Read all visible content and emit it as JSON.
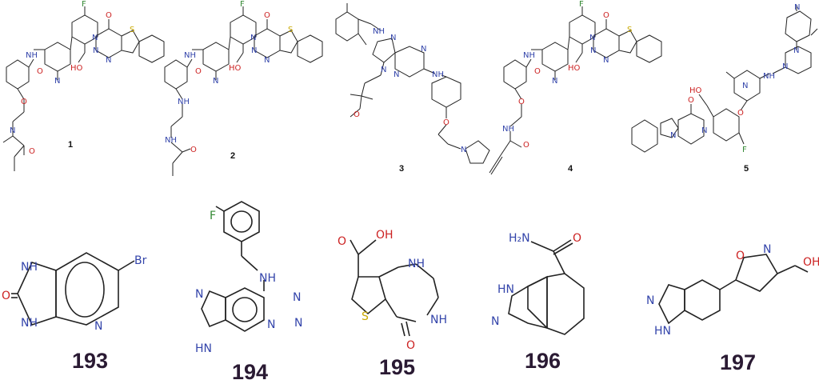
{
  "top_row": [
    {
      "id": "1",
      "atoms": [
        "F",
        "O",
        "N",
        "S",
        "N",
        "N",
        "NH",
        "N",
        "O",
        "HO",
        "O",
        "N",
        "O"
      ]
    },
    {
      "id": "2",
      "atoms": [
        "F",
        "O",
        "N",
        "S",
        "N",
        "N",
        "NH",
        "N",
        "O",
        "HO",
        "NH",
        "NH",
        "O"
      ]
    },
    {
      "id": "3",
      "atoms": [
        "NH",
        "N",
        "N",
        "N",
        "N",
        "NH",
        "O",
        "O",
        "N"
      ]
    },
    {
      "id": "4",
      "atoms": [
        "F",
        "O",
        "N",
        "S",
        "N",
        "N",
        "NH",
        "N",
        "O",
        "HO",
        "O",
        "NH",
        "O"
      ]
    },
    {
      "id": "5",
      "atoms": [
        "N",
        "N",
        "N",
        "NH",
        "N",
        "O",
        "HO",
        "O",
        "N",
        "N",
        "F"
      ]
    }
  ],
  "bottom_row": [
    {
      "id": "193",
      "atoms": [
        "NH",
        "NH",
        "O",
        "N",
        "Br"
      ]
    },
    {
      "id": "194",
      "atoms": [
        "F",
        "NH",
        "N",
        "N",
        "N",
        "N",
        "HN"
      ]
    },
    {
      "id": "195",
      "atoms": [
        "O",
        "OH",
        "NH",
        "S",
        "NH",
        "O"
      ]
    },
    {
      "id": "196",
      "atoms": [
        "H₂N",
        "O",
        "HN",
        "N"
      ]
    },
    {
      "id": "197",
      "atoms": [
        "O",
        "N",
        "OH",
        "N",
        "HN"
      ]
    }
  ],
  "colors": {
    "bond": "#222222",
    "nitrogen": "#3344aa",
    "oxygen": "#cc2222",
    "sulfur": "#c8a800",
    "fluorine": "#338833",
    "label_dark": "#2a1a33"
  }
}
